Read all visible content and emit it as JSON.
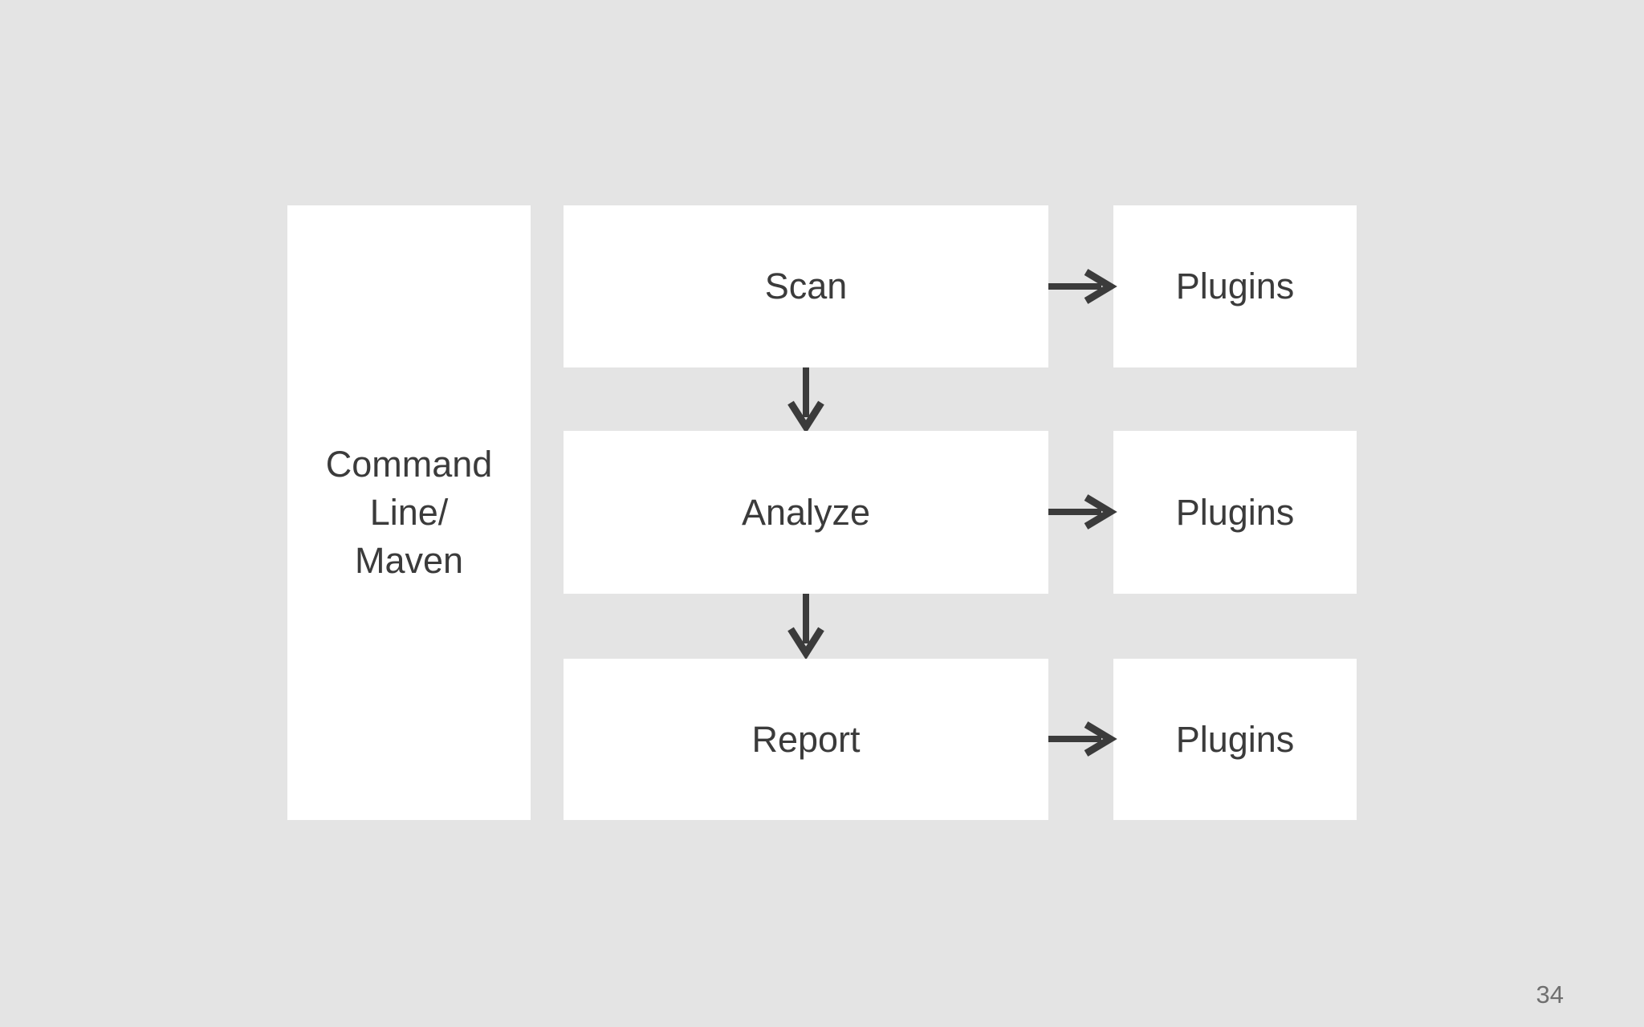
{
  "slide": {
    "page_number": "34"
  },
  "colors": {
    "background": "#e4e4e4",
    "box_fill": "#ffffff",
    "ink": "#3b3b3b",
    "page_number_color": "#6f6f6f"
  },
  "diagram": {
    "left_box": {
      "label": "Command Line/ Maven",
      "lines": [
        "Command",
        "Line/",
        "Maven"
      ]
    },
    "rows": [
      {
        "stage": "Scan",
        "target": "Plugins"
      },
      {
        "stage": "Analyze",
        "target": "Plugins"
      },
      {
        "stage": "Report",
        "target": "Plugins"
      }
    ],
    "edges": [
      {
        "from": "Scan",
        "to": "Plugins",
        "direction": "right"
      },
      {
        "from": "Scan",
        "to": "Analyze",
        "direction": "down"
      },
      {
        "from": "Analyze",
        "to": "Plugins",
        "direction": "right"
      },
      {
        "from": "Analyze",
        "to": "Report",
        "direction": "down"
      },
      {
        "from": "Report",
        "to": "Plugins",
        "direction": "right"
      }
    ]
  }
}
